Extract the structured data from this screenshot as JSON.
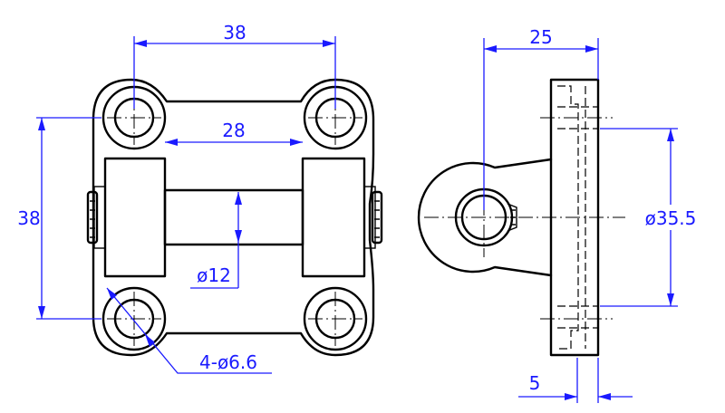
{
  "dimensions": {
    "top_hole_spacing": "38",
    "roller_gap": "28",
    "vertical_hole_spacing": "38",
    "pin_diameter": "ø12",
    "hole_callout": "4-ø6.6",
    "side_thickness_total": "25",
    "flange_diameter": "ø35.5",
    "flange_thickness": "5"
  },
  "colors": {
    "part_stroke": "#000000",
    "dimension": "#1a1aff",
    "background": "#ffffff"
  }
}
